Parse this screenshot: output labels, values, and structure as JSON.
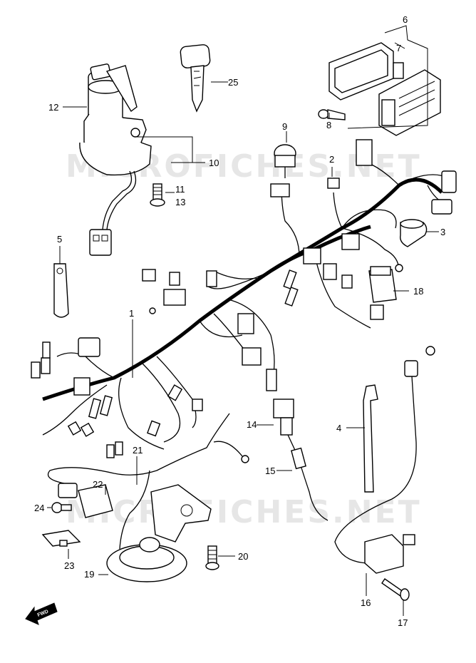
{
  "watermark": "MICROFICHES.NET",
  "fwd_label": "FWD",
  "callouts": {
    "c1": "1",
    "c2": "2",
    "c3": "3",
    "c4": "4",
    "c5": "5",
    "c6": "6",
    "c7": "7",
    "c8": "8",
    "c9": "9",
    "c10": "10",
    "c11": "11",
    "c12": "12",
    "c13": "13",
    "c14": "14",
    "c15": "15",
    "c16": "16",
    "c17": "17",
    "c18": "18",
    "c19": "19",
    "c20": "20",
    "c21": "21",
    "c22": "22",
    "c23": "23",
    "c24": "24",
    "c25": "25"
  }
}
